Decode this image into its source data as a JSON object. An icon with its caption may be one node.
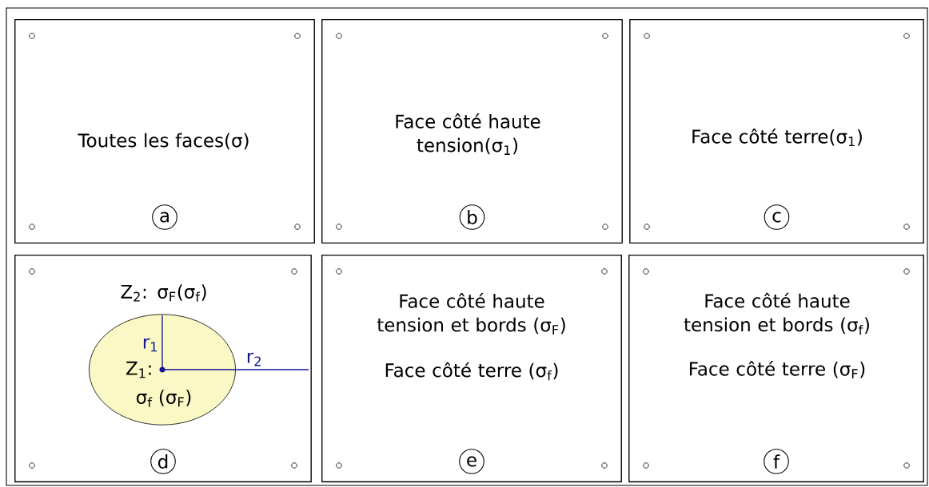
{
  "diagram": {
    "nodes": [
      {
        "text": [
          "Toutes les faces(σ)"
        ]
      },
      {
        "text": [
          "a"
        ],
        "in": 0
      },
      {
        "text": [
          "Face côté haute tension(σ$_{1}$)"
        ]
      },
      {
        "text": [
          "b"
        ],
        "in": 2
      },
      {
        "text": [
          "Face côté terre(σ$_{1}$)"
        ]
      },
      {
        "text": [
          "c"
        ],
        "in": 4
      },
      {
        "text": [
          "Z$_{2}$: σ$_{F}$(σ$_{f}$)"
        ]
      },
      {
        "text": [
          "Z$_{1}$:",
          "σ$_{f}$ (σ$_{F}$)"
        ],
        "in": 6
      },
      {
        "text": [
          "d"
        ],
        "in": 6
      },
      {
        "text": [
          "Face côté haute tension et bords (σ$_{F}$)",
          "Face côté terre (σ$_{f}$)"
        ]
      },
      {
        "text": [
          "e"
        ],
        "in": 9
      },
      {
        "text": [
          "Face côté haute tension et bords (σ$_{f}$)",
          "Face côté terre (σ$_{F}$)"
        ]
      },
      {
        "text": [
          "f"
        ],
        "in": 11
      }
    ],
    "labels": [
      "r$_{1}$",
      "r$_{2}$"
    ]
  }
}
